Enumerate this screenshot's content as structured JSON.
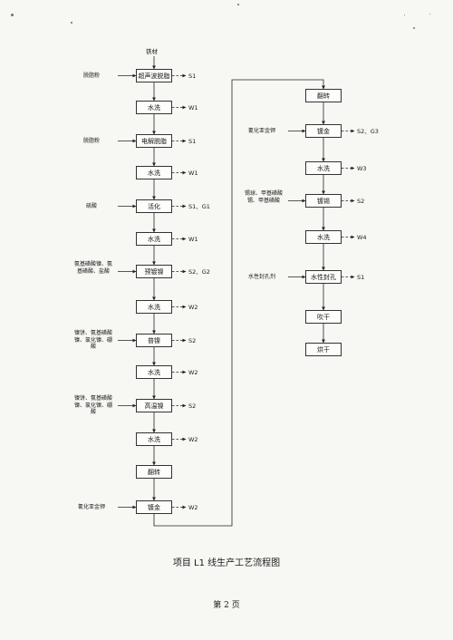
{
  "left_column": {
    "top_input": "铁材",
    "steps": [
      {
        "name": "超声波脱脂",
        "input": "脱脂粉",
        "outputs": "S1"
      },
      {
        "name": "水洗",
        "outputs": "W1"
      },
      {
        "name": "电解脱脂",
        "input": "脱脂粉",
        "outputs": "S1"
      },
      {
        "name": "水洗",
        "outputs": "W1"
      },
      {
        "name": "活化",
        "input": "硫酸",
        "outputs": "S1、G1"
      },
      {
        "name": "水洗",
        "outputs": "W1"
      },
      {
        "name": "预镀镍",
        "input": "氨基磺酸镍、氨基磺酸、盐酸",
        "outputs": "S2、G2"
      },
      {
        "name": "水洗",
        "outputs": "W2"
      },
      {
        "name": "普镍",
        "input": "镍饼、氨基磺酸镍、氯化镍、硼酸",
        "outputs": "S2"
      },
      {
        "name": "水洗",
        "outputs": "W2"
      },
      {
        "name": "高温镍",
        "input": "镍饼、氨基磺酸镍、氯化镍、硼酸",
        "outputs": "S2"
      },
      {
        "name": "水洗",
        "outputs": "W2"
      },
      {
        "name": "翻转"
      },
      {
        "name": "镀金",
        "input": "氰化亚金钾",
        "outputs": "W2"
      }
    ]
  },
  "right_column": {
    "steps": [
      {
        "name": "翻转"
      },
      {
        "name": "镀金",
        "input": "氰化亚金钾",
        "outputs": "S2、G3"
      },
      {
        "name": "水洗",
        "outputs": "W3"
      },
      {
        "name": "镀锡",
        "input": "锡球、甲基磺酸锡、甲基磺酸",
        "outputs": "S2"
      },
      {
        "name": "水洗",
        "outputs": "W4"
      },
      {
        "name": "水性封孔",
        "input": "水性封孔剂",
        "outputs": "S1"
      },
      {
        "name": "吹干"
      },
      {
        "name": "烘干"
      }
    ]
  },
  "caption": "项目 L1 线生产工艺流程图",
  "page_number": "第 2 页"
}
